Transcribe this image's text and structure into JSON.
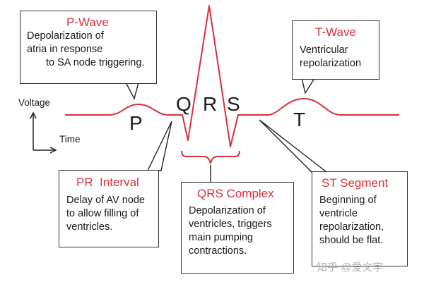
{
  "colors": {
    "trace": "#d9303a",
    "box_title": "#d9303a",
    "text": "#1a1a1a",
    "border": "#333333"
  },
  "labels": {
    "p": "P",
    "q": "Q",
    "r": "R",
    "s": "S",
    "t": "T"
  },
  "axes": {
    "voltage": "Voltage",
    "time": "Time"
  },
  "boxes": {
    "p_wave": {
      "title": "P-Wave",
      "lines": [
        "Depolarization of",
        "atria in response",
        "to SA node triggering."
      ]
    },
    "t_wave": {
      "title": "T-Wave",
      "lines": [
        "Ventricular",
        "repolarization"
      ]
    },
    "pr_interval": {
      "title": "PR  Interval",
      "lines": [
        "Delay of AV node",
        "to allow filling of",
        "ventricles."
      ]
    },
    "qrs_complex": {
      "title": "QRS Complex",
      "lines": [
        "Depolarization of",
        "ventricles, triggers",
        "main pumping",
        "contractions."
      ]
    },
    "st_segment": {
      "title": "ST Segment",
      "lines": [
        "Beginning of",
        "ventricle",
        "repolarization,",
        "should be flat."
      ]
    }
  },
  "watermark": "知乎 @爱文字"
}
